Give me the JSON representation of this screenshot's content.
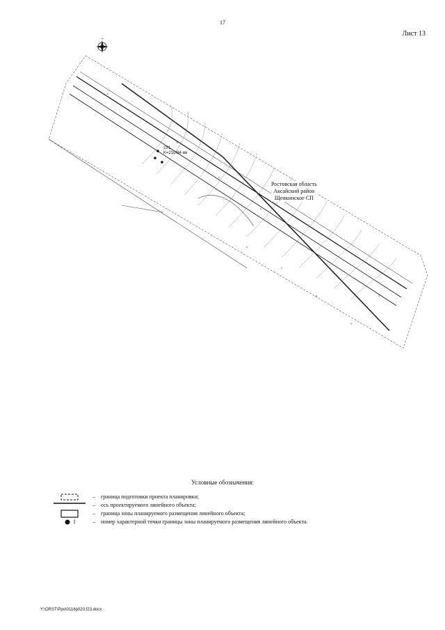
{
  "page": {
    "number": "17",
    "sheet_label": "Лист 13"
  },
  "map": {
    "region_label": [
      "Ростовская область",
      "Аксайский район",
      "Щепкинское СП"
    ],
    "chain_label": [
      "2У1",
      "K=210!94 км"
    ],
    "compass_icon": "compass-rose-icon"
  },
  "legend": {
    "title": "Условные обозначения:",
    "items": [
      {
        "symbol": "dashed-rectangle-icon",
        "dash": "–",
        "text": "граница подготовки проекта планировки;"
      },
      {
        "symbol": "solid-line-icon",
        "dash": "–",
        "text": "ось проектируемого линейного объекта;"
      },
      {
        "symbol": "rectangle-outline-icon",
        "dash": "–",
        "text": " граница зоны планируемого размещения линейного объекта;"
      },
      {
        "symbol": "filled-dot-icon",
        "number": "1",
        "dash": "–",
        "text": "номер характерной точки границы зоны планируемого размещения линейного объекта."
      }
    ]
  },
  "footer": {
    "path": "Y:\\ORST\\Ppo\\0116p020.f23.docx"
  }
}
